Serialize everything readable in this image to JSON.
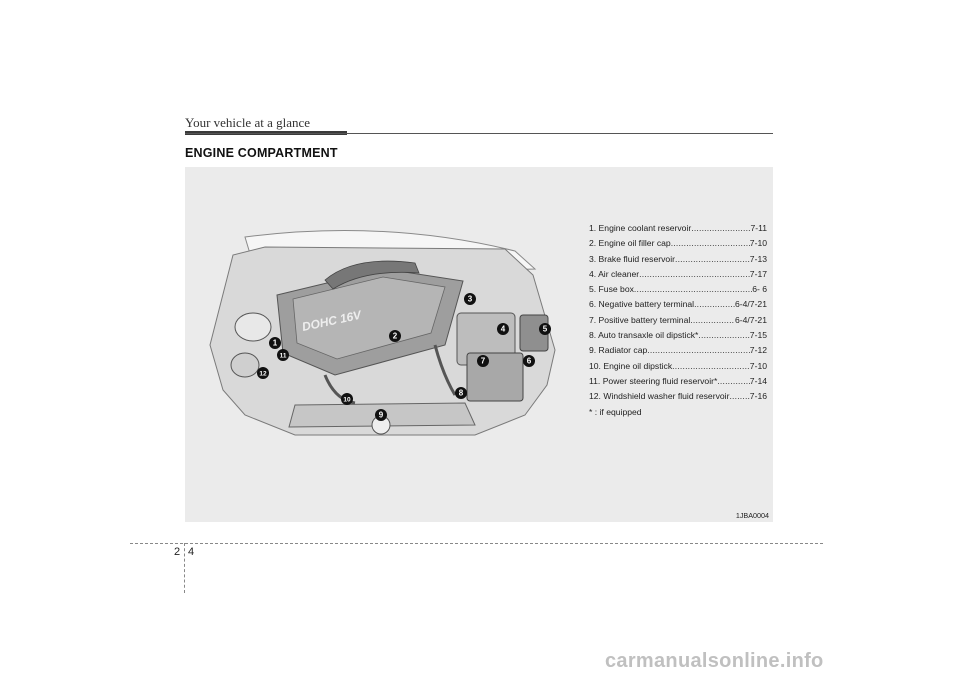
{
  "header": {
    "section_title": "Your vehicle at a glance"
  },
  "main": {
    "heading": "ENGINE COMPARTMENT",
    "figure_code": "1JBA0004",
    "engine_text": "DOHC 16V",
    "legend": [
      {
        "label": "1. Engine coolant reservoir",
        "page": "7-11"
      },
      {
        "label": "2. Engine oil filler cap",
        "page": "7-10"
      },
      {
        "label": "3. Brake fluid reservoir",
        "page": "7-13"
      },
      {
        "label": "4. Air cleaner",
        "page": "7-17"
      },
      {
        "label": "5. Fuse box",
        "page": "6- 6"
      },
      {
        "label": "6. Negative battery terminal",
        "page": "6-4/7-21"
      },
      {
        "label": "7. Positive battery terminal",
        "page": "6-4/7-21"
      },
      {
        "label": "8. Auto transaxle oil dipstick*",
        "page": "7-15"
      },
      {
        "label": "9. Radiator cap",
        "page": "7-12"
      },
      {
        "label": "10. Engine oil dipstick",
        "page": "7-10"
      },
      {
        "label": "11. Power steering fluid reservoir*",
        "page": "7-14"
      },
      {
        "label": "12. Windshield washer fluid reservoir",
        "page": "7-16"
      }
    ],
    "legend_note": "* : if equipped",
    "callouts": [
      "1",
      "2",
      "3",
      "4",
      "5",
      "6",
      "7",
      "8",
      "9",
      "10",
      "11",
      "12"
    ]
  },
  "footer": {
    "chapter": "2",
    "page": "4",
    "brand": "carmanualsonline.info"
  }
}
